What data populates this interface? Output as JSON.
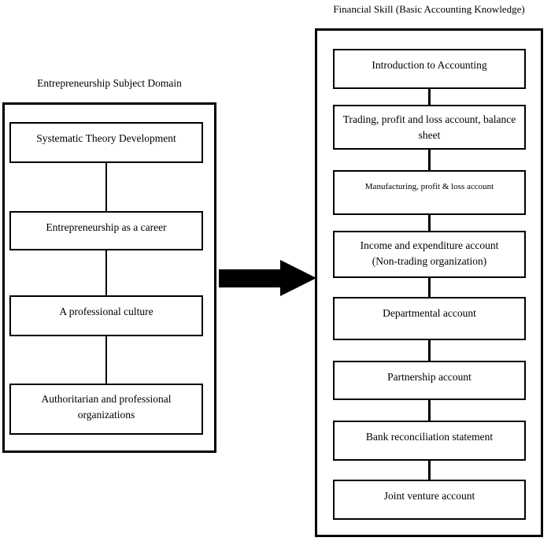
{
  "diagram": {
    "background_color": "#ffffff",
    "line_color": "#000000",
    "left_panel": {
      "title": "Entrepreneurship Subject Domain",
      "boxes": [
        "Systematic Theory Development",
        "Entrepreneurship as a career",
        "A professional culture",
        "Authoritarian and professional\norganizations"
      ]
    },
    "arrow": {
      "icon": "right-arrow",
      "direction": "left-to-right"
    },
    "right_panel": {
      "title": "Financial Skill (Basic Accounting Knowledge)",
      "boxes": [
        "Introduction to Accounting",
        "Trading, profit and loss account, balance\nsheet",
        "Manufacturing, profit & loss account",
        "Income and expenditure account\n(Non-trading organization)",
        "Departmental account",
        "Partnership account",
        "Bank reconciliation statement",
        "Joint venture account"
      ]
    }
  }
}
